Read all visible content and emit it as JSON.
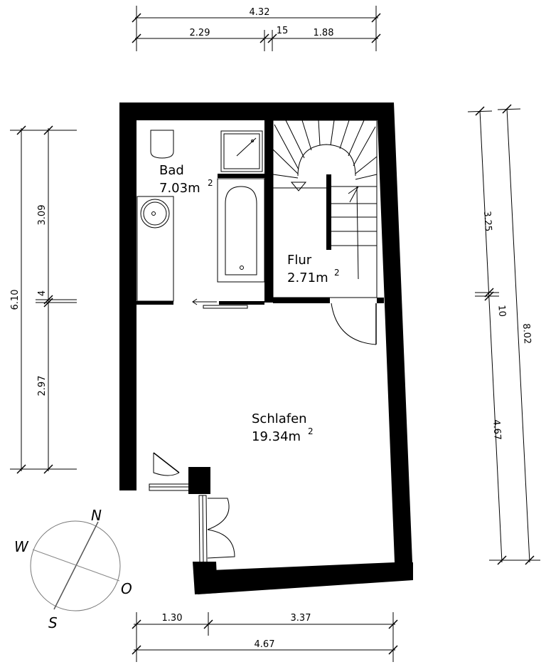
{
  "rooms": {
    "bad": {
      "name": "Bad",
      "area": "7.03m",
      "sup": "2"
    },
    "flur": {
      "name": "Flur",
      "area": "2.71m",
      "sup": "2"
    },
    "schlafen": {
      "name": "Schlafen",
      "area": "19.34m",
      "sup": "2"
    }
  },
  "dimensions": {
    "top_total": "4.32",
    "top_left": "2.29",
    "top_mid": "15",
    "top_right": "1.88",
    "left_total": "6.10",
    "left_upper": "3.09",
    "left_mid": "4",
    "left_lower": "2.97",
    "right_total": "8.02",
    "right_upper": "3.25",
    "right_mid": "10",
    "right_lower": "4.67",
    "bottom_left": "1.30",
    "bottom_right": "3.37",
    "bottom_total": "4.67"
  },
  "compass": {
    "n": "N",
    "o": "O",
    "s": "S",
    "w": "W"
  }
}
